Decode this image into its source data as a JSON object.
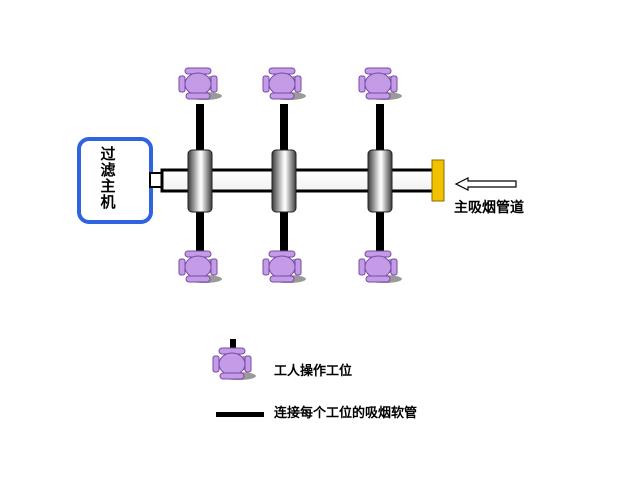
{
  "diagram": {
    "host_label_chars": [
      "过",
      "滤",
      "主",
      "机"
    ],
    "main_pipe_label": "主吸烟管道",
    "legend": {
      "station_label": "工人操作工位",
      "hose_label": "连接每个工位的吸烟软管"
    },
    "colors": {
      "host_border": "#2f63e0",
      "pipe_end_cap": "#f2c200",
      "chair_seat": "#c39be6",
      "chair_outline": "#7a4aa8",
      "shadow": "#9a9a9a",
      "hose": "#000000"
    },
    "stations": {
      "columns": 3,
      "rows": [
        "top",
        "bottom"
      ]
    },
    "icons": [
      "worker-station-icon",
      "arrow-left-icon"
    ]
  }
}
